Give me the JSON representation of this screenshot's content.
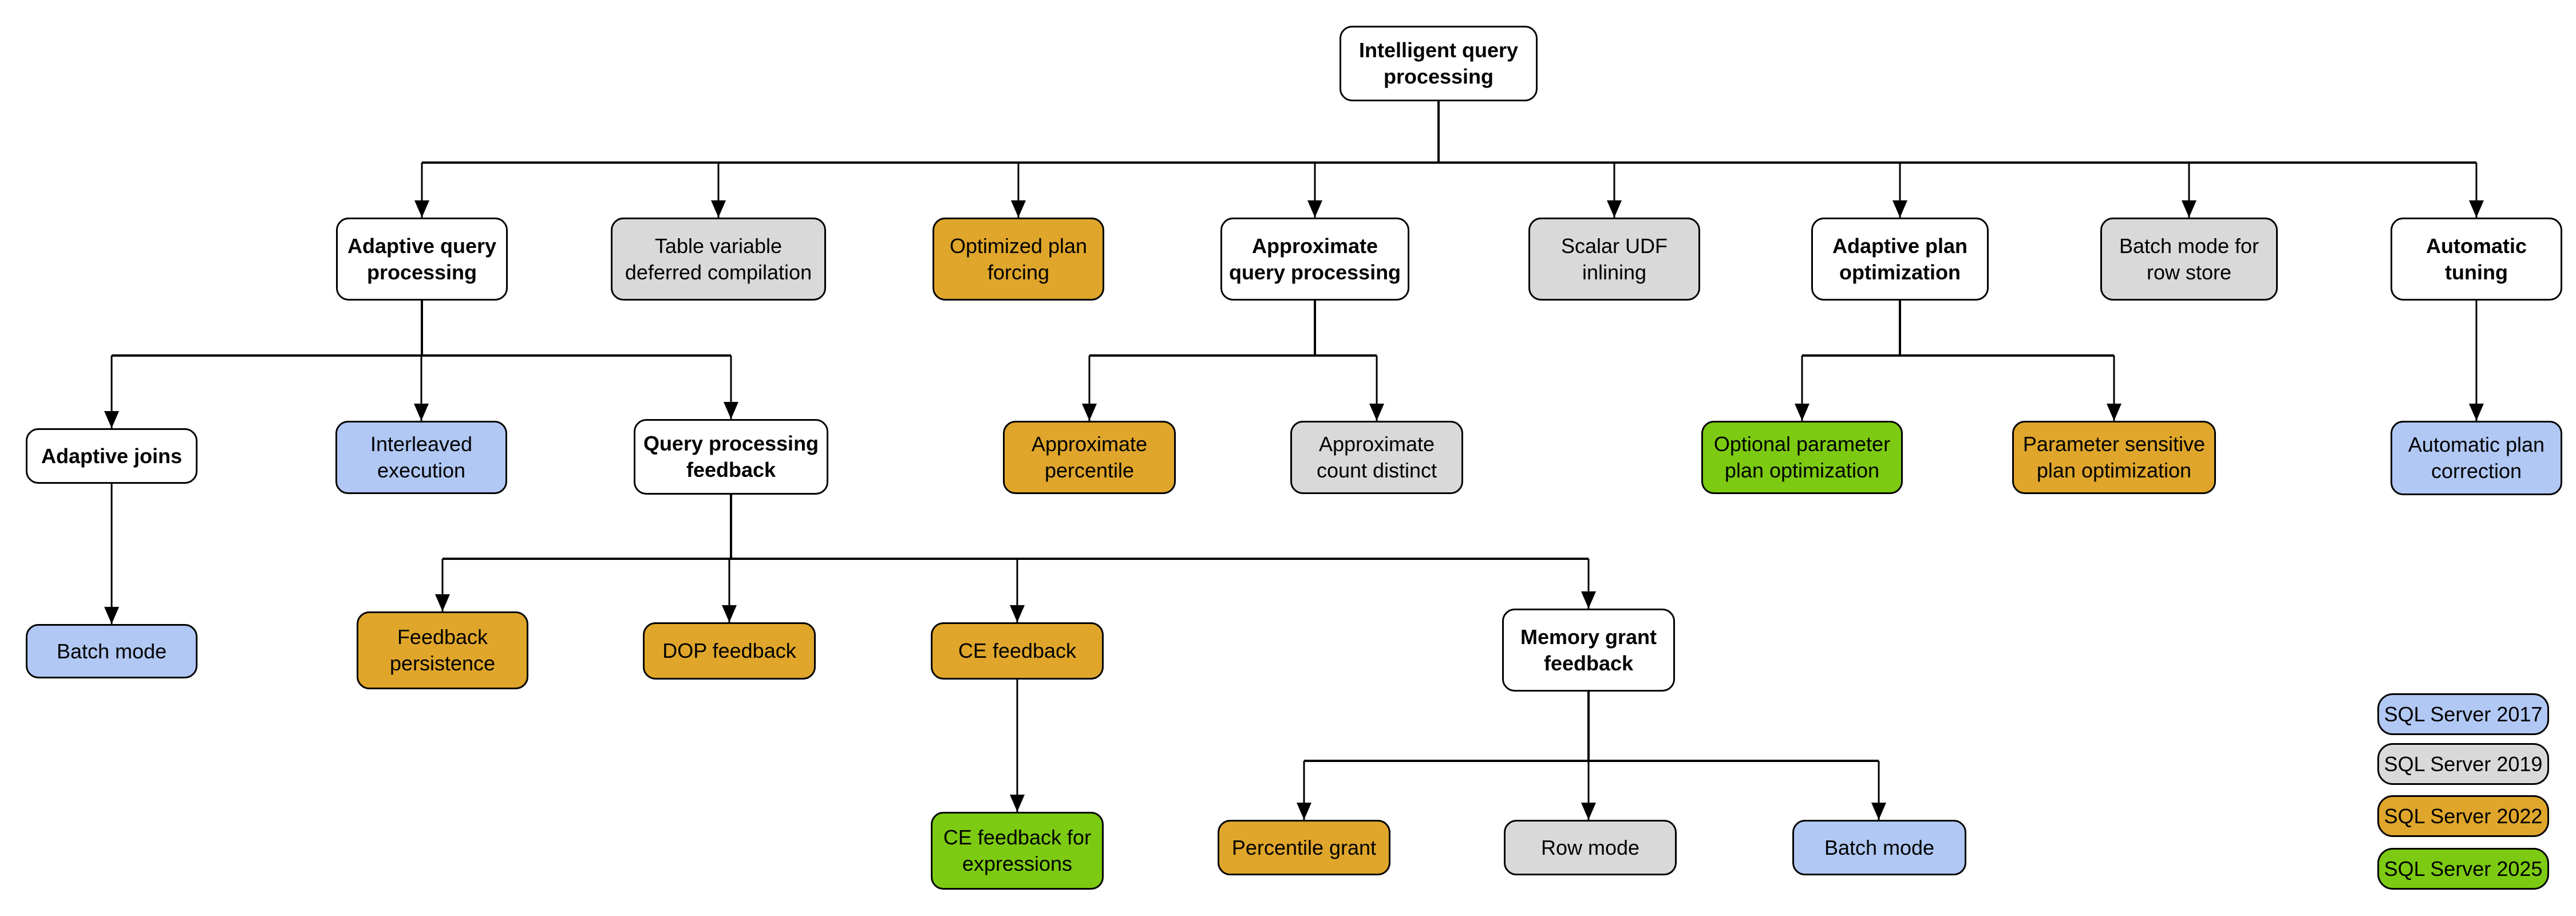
{
  "nodes": {
    "intelligent_query_processing": [
      "Intelligent query",
      "processing"
    ],
    "adaptive_query_processing": [
      "Adaptive query",
      "processing"
    ],
    "table_variable_deferred_compilation": [
      "Table variable",
      "deferred compilation"
    ],
    "optimized_plan_forcing": [
      "Optimized plan",
      "forcing"
    ],
    "approximate_query_processing": [
      "Approximate",
      "query processing"
    ],
    "scalar_udf_inlining": [
      "Scalar UDF",
      "inlining"
    ],
    "adaptive_plan_optimization": [
      "Adaptive plan",
      "optimization"
    ],
    "batch_mode_row_store": [
      "Batch mode for",
      "row store"
    ],
    "automatic_tuning": [
      "Automatic",
      "tuning"
    ],
    "adaptive_joins": "Adaptive joins",
    "interleaved_execution": [
      "Interleaved",
      "execution"
    ],
    "query_processing_feedback": [
      "Query processing",
      "feedback"
    ],
    "approximate_percentile": [
      "Approximate",
      "percentile"
    ],
    "approximate_count_distinct": [
      "Approximate",
      "count distinct"
    ],
    "optional_parameter_plan_optimization": [
      "Optional parameter",
      "plan optimization"
    ],
    "parameter_sensitive_plan_optimization": [
      "Parameter sensitive",
      "plan optimization"
    ],
    "automatic_plan_correction": [
      "Automatic plan",
      "correction"
    ],
    "batch_mode_adaptive_joins": "Batch mode",
    "feedback_persistence": [
      "Feedback",
      "persistence"
    ],
    "dop_feedback": "DOP feedback",
    "ce_feedback": "CE feedback",
    "memory_grant_feedback": [
      "Memory grant",
      "feedback"
    ],
    "ce_feedback_for_expressions": [
      "CE feedback for",
      "expressions"
    ],
    "percentile_grant": "Percentile grant",
    "row_mode": "Row mode",
    "batch_mode_memory_grant": "Batch mode"
  },
  "legend": {
    "sql_server_2017": "SQL Server 2017",
    "sql_server_2019": "SQL Server 2019",
    "sql_server_2022": "SQL Server 2022",
    "sql_server_2025": "SQL Server 2025"
  },
  "colors": {
    "sql_server_2017": "#B1C8F4",
    "sql_server_2019": "#D9D9D9",
    "sql_server_2022": "#DFA62B",
    "sql_server_2025": "#7CCB12",
    "category_fill": "#FFFFFF",
    "border_and_lines": "#000000"
  }
}
